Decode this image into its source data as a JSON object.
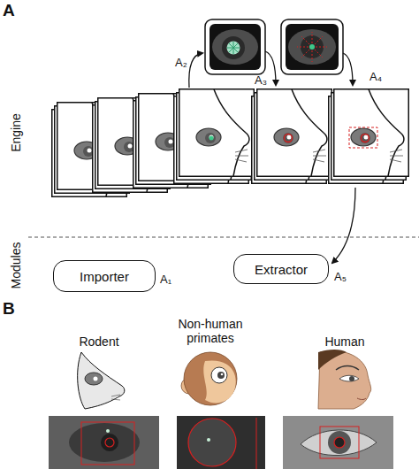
{
  "diagram": {
    "nodes": [
      {
        "text": [
          "Importer"
        ]
      },
      {
        "text": [
          "Extractor"
        ]
      }
    ],
    "labels": [
      "A",
      "Engine",
      "Modules",
      "A₂",
      "A₃",
      "A₄",
      "A₁",
      "A₅",
      "B",
      "Rodent",
      "Non-human primates",
      "Human"
    ]
  }
}
